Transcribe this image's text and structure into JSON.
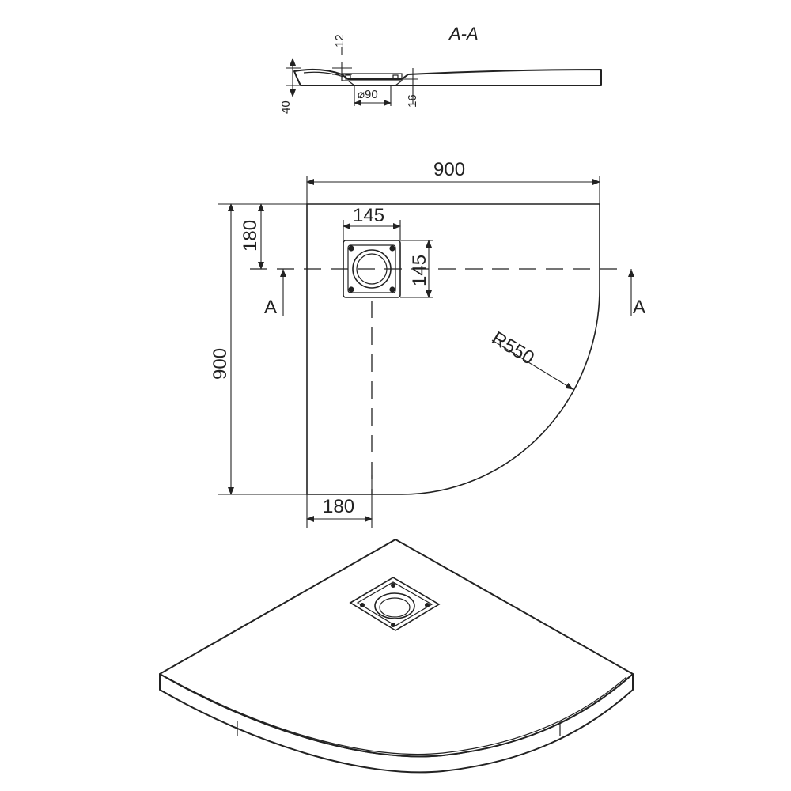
{
  "section": {
    "title": "A-A",
    "dim_drain_depth": "12",
    "dim_height": "40",
    "dim_drain_diameter": "⌀90",
    "dim_drain_offset": "16"
  },
  "plan": {
    "dim_width": "900",
    "dim_depth": "900",
    "dim_drain_width": "145",
    "dim_drain_height": "145",
    "dim_drain_from_top": "180",
    "dim_drain_from_left": "180",
    "radius": "R550",
    "cut_marker_left": "A",
    "cut_marker_right": "A"
  },
  "icons": {
    "drain": "drain-grate-icon"
  }
}
